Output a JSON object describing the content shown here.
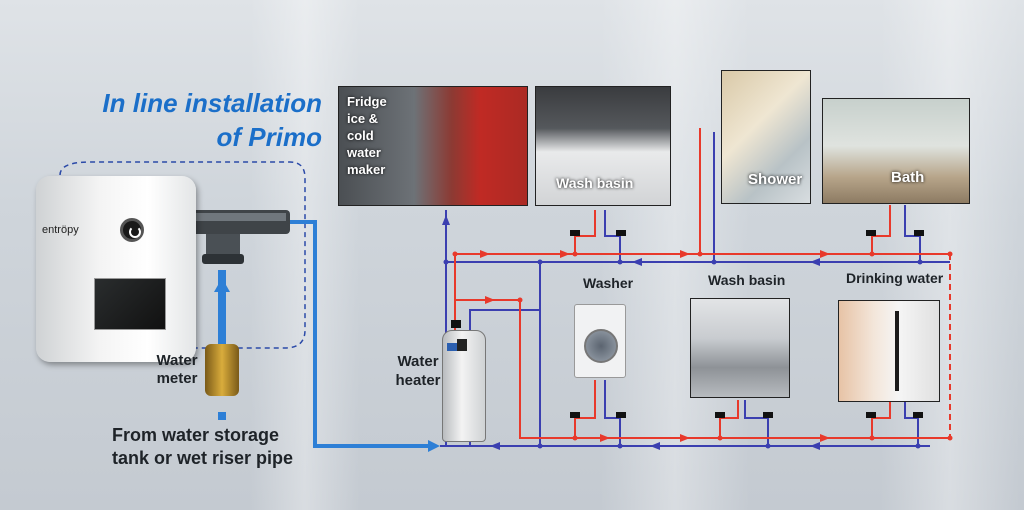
{
  "title": {
    "line1": "In line installation",
    "line2": "of Primo"
  },
  "device": {
    "brand": "entröpy"
  },
  "labels": {
    "water_meter": [
      "Water",
      "meter"
    ],
    "source": [
      "From water storage",
      "tank or wet riser pipe"
    ],
    "water_heater": [
      "Water",
      "heater"
    ],
    "washer": "Washer",
    "wash_basin_lower": "Wash basin",
    "drinking_water": "Drinking water"
  },
  "photos": {
    "fridge": [
      "Fridge",
      "ice &",
      "cold",
      "water",
      "maker"
    ],
    "wash_basin_upper": "Wash basin",
    "shower": "Shower",
    "bath": "Bath"
  },
  "colors": {
    "hot": "#e8392b",
    "cold": "#3b3fb0",
    "supply": "#2d7fd6",
    "title": "#1b6fc9"
  }
}
